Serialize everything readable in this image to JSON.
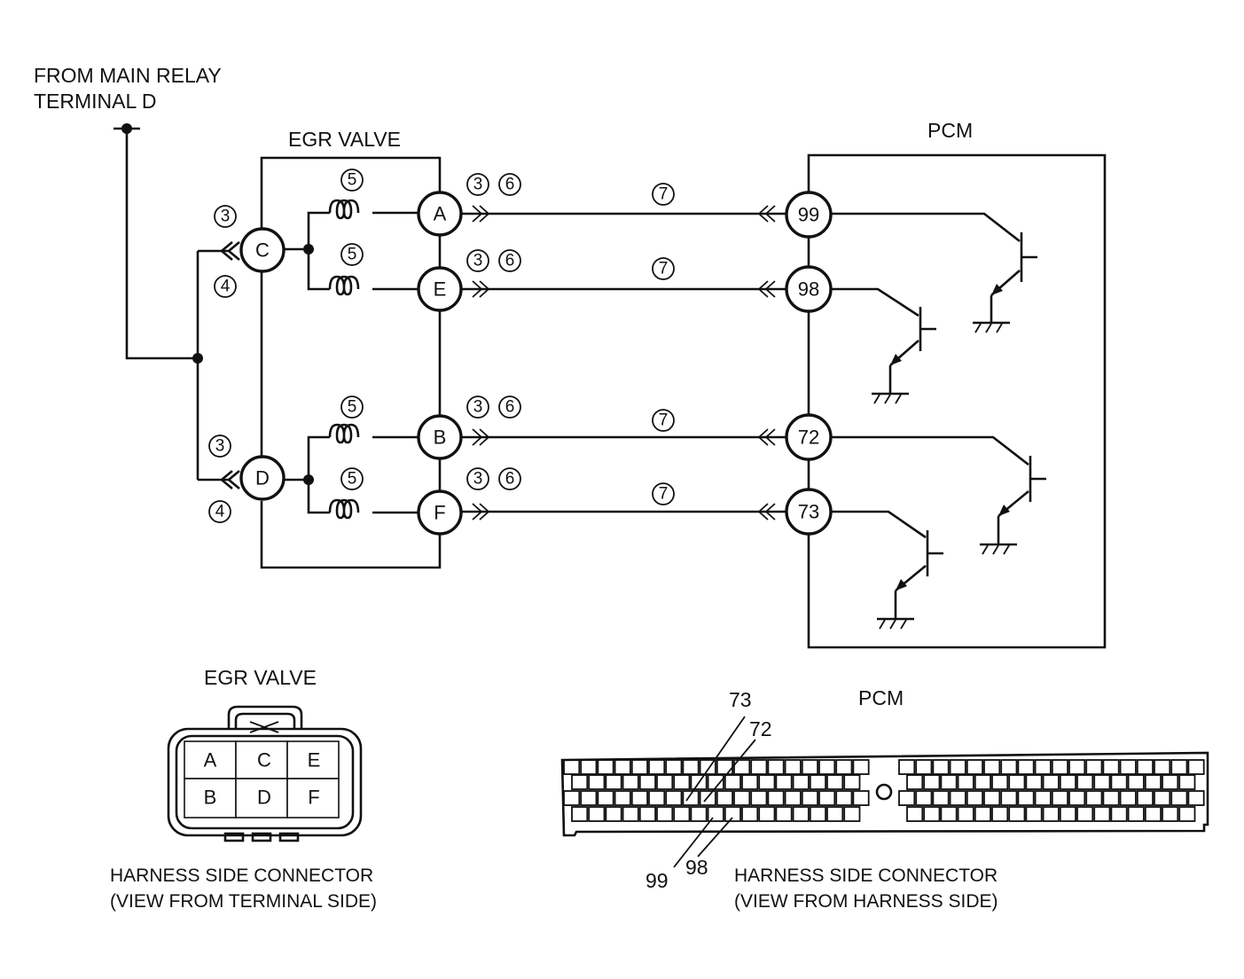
{
  "labels": {
    "from_main_relay_line1": "FROM MAIN RELAY",
    "from_main_relay_line2": "TERMINAL D",
    "egr_valve_top": "EGR VALVE",
    "pcm_top": "PCM",
    "egr_valve_bottom": "EGR VALVE",
    "pcm_bottom": "PCM",
    "egr_connector_caption_line1": "HARNESS SIDE CONNECTOR",
    "egr_connector_caption_line2": "(VIEW FROM TERMINAL SIDE)",
    "pcm_connector_caption_line1": "HARNESS SIDE CONNECTOR",
    "pcm_connector_caption_line2": "(VIEW FROM HARNESS SIDE)"
  },
  "egr_terminals": {
    "C": "C",
    "D": "D",
    "A": "A",
    "E": "E",
    "B": "B",
    "F": "F"
  },
  "pcm_terminals": {
    "t99": "99",
    "t98": "98",
    "t72": "72",
    "t73": "73"
  },
  "step_markers": {
    "s3": "3",
    "s4": "4",
    "s5": "5",
    "s6": "6",
    "s7": "7"
  },
  "egr_connector_grid": [
    [
      "A",
      "C",
      "E"
    ],
    [
      "B",
      "D",
      "F"
    ]
  ],
  "pcm_connector_callouts": {
    "c73": "73",
    "c72": "72",
    "c99": "99",
    "c98": "98"
  }
}
